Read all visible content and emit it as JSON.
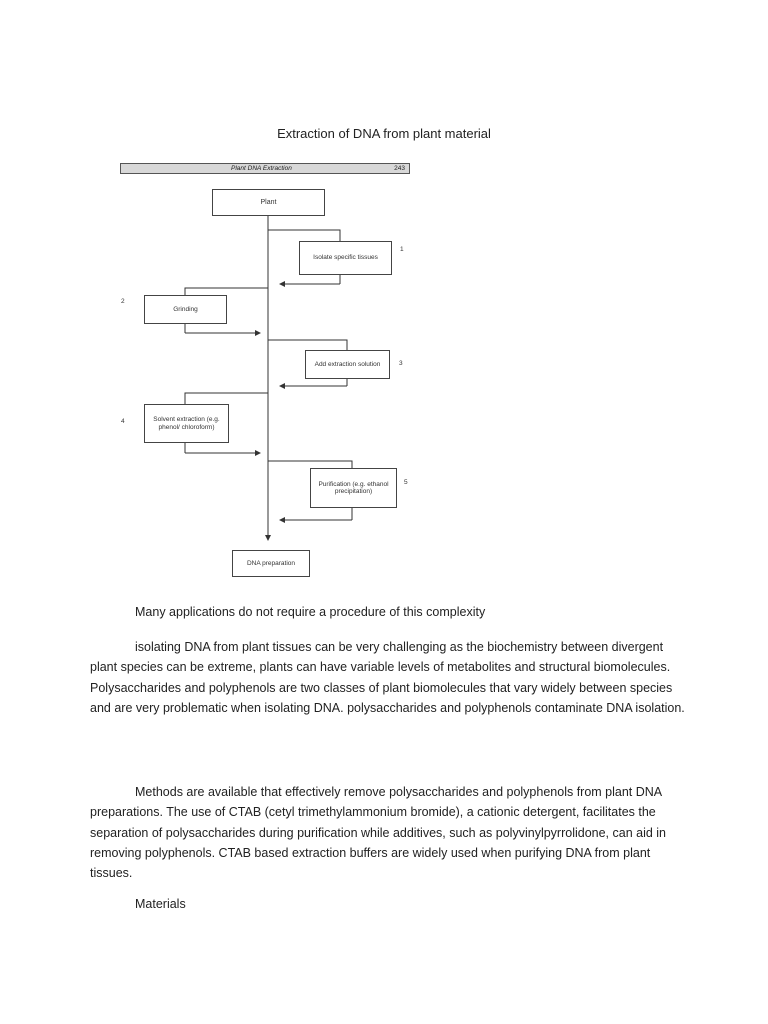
{
  "document": {
    "title": "Extraction of DNA from plant material",
    "figure": {
      "header_left": "Plant DNA Extraction",
      "header_right": "243",
      "start_box": "Plant",
      "steps": [
        {
          "number": "1",
          "label": "Isolate specific tissues"
        },
        {
          "number": "2",
          "label": "Grinding"
        },
        {
          "number": "3",
          "label": "Add extraction solution"
        },
        {
          "number": "4",
          "label": "Solvent extraction (e.g. phenol/ chloroform)"
        },
        {
          "number": "5",
          "label": "Purification (e.g. ethanol precipitation)"
        }
      ],
      "end_box": "DNA preparation"
    },
    "caption": "Many applications do not require a procedure of this complexity",
    "paragraph1": "isolating DNA from plant tissues can be very challenging as the biochemistry between divergent plant species can be extreme, plants can have variable levels of metabolites and structural biomolecules. Polysaccharides and polyphenols are two classes of plant biomolecules that vary widely between species and are very problematic when isolating DNA.  polysaccharides and polyphenols contaminate DNA isolation.",
    "paragraph2": "Methods are available that effectively remove polysaccharides and polyphenols from plant DNA preparations.  The use of CTAB (cetyl trimethylammonium bromide), a cationic detergent, facilitates the separation of polysaccharides during purification while additives, such as polyvinylpyrrolidone, can aid in removing polyphenols.  CTAB based extraction buffers are widely used when purifying DNA from plant tissues.",
    "section_heading": "Materials"
  }
}
